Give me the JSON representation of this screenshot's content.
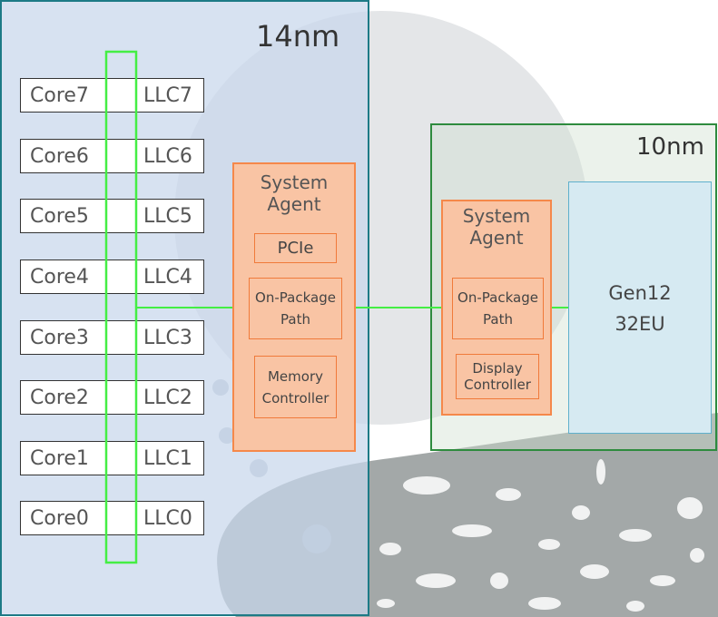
{
  "die_14nm": {
    "label": "14nm",
    "cores": [
      {
        "core": "Core7",
        "llc": "LLC7"
      },
      {
        "core": "Core6",
        "llc": "LLC6"
      },
      {
        "core": "Core5",
        "llc": "LLC5"
      },
      {
        "core": "Core4",
        "llc": "LLC4"
      },
      {
        "core": "Core3",
        "llc": "LLC3"
      },
      {
        "core": "Core2",
        "llc": "LLC2"
      },
      {
        "core": "Core1",
        "llc": "LLC1"
      },
      {
        "core": "Core0",
        "llc": "LLC0"
      }
    ],
    "system_agent": {
      "title_line1": "System",
      "title_line2": "Agent",
      "pcie": "PCIe",
      "on_package_line1": "On-Package",
      "on_package_line2": "Path",
      "memory_line1": "Memory",
      "memory_line2": "Controller"
    }
  },
  "die_10nm": {
    "label": "10nm",
    "system_agent": {
      "title_line1": "System",
      "title_line2": "Agent",
      "on_package_line1": "On-Package",
      "on_package_line2": "Path",
      "display_line1": "Display",
      "display_line2": "Controller"
    },
    "gpu": {
      "line1": "Gen12",
      "line2": "32EU"
    }
  },
  "colors": {
    "die_14nm_border": "#1d7a86",
    "die_10nm_border": "#2e8b3e",
    "interconnect": "#44ee44",
    "system_agent_fill": "#f9c4a4",
    "system_agent_border": "#f5884a",
    "gpu_fill": "#d6eaf2"
  }
}
